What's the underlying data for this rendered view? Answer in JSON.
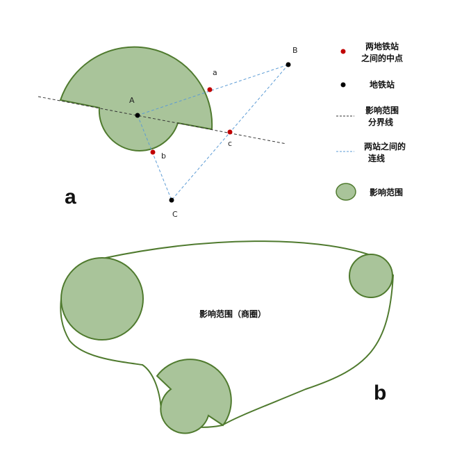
{
  "colors": {
    "zone_fill": "#a9c49a",
    "zone_stroke": "#4f7a2e",
    "midpoint": "#c00000",
    "station": "#000000",
    "boundary_line": "#333333",
    "connect_line": "#5b9bd5"
  },
  "panel_a": {
    "label": "a",
    "stations": {
      "A": "A",
      "B": "B",
      "C": "C"
    },
    "midpoints": {
      "a": "a",
      "b": "b",
      "c": "c"
    }
  },
  "legend": {
    "midpoint": [
      "两地铁站",
      "之间的中点"
    ],
    "station": [
      "地铁站"
    ],
    "boundary": [
      "影响范围",
      "分界线"
    ],
    "connection": [
      "两站之间的",
      "连线"
    ],
    "zone": [
      "影响范围"
    ]
  },
  "panel_b": {
    "label": "b",
    "center_label": "影响范围（商圈）"
  }
}
